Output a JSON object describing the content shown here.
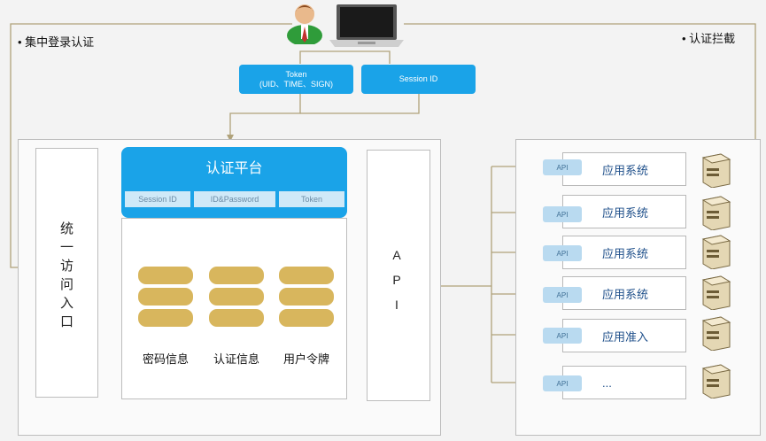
{
  "top_left_label": "• 集中登录认证",
  "top_right_label": "• 认证拦截",
  "token_box": {
    "line1": "Token",
    "line2": "(UID、TIME、SIGN)"
  },
  "session_box": "Session ID",
  "entry": {
    "label": "统一访问入口"
  },
  "platform": {
    "title": "认证平台",
    "tabs": [
      "Session ID",
      "ID&Password",
      "Token"
    ]
  },
  "databases": [
    "密码信息",
    "认证信息",
    "用户令牌"
  ],
  "api_column": "API",
  "right_services": [
    {
      "api": "API",
      "label": "应用系统"
    },
    {
      "api": "API",
      "label": "应用系统"
    },
    {
      "api": "API",
      "label": "应用系统"
    },
    {
      "api": "API",
      "label": "应用系统"
    },
    {
      "api": "API",
      "label": "应用准入"
    },
    {
      "api": "API",
      "label": "..."
    }
  ],
  "colors": {
    "accent": "#1aa3e8",
    "line": "#a8976a",
    "db": "#d9b75f"
  }
}
